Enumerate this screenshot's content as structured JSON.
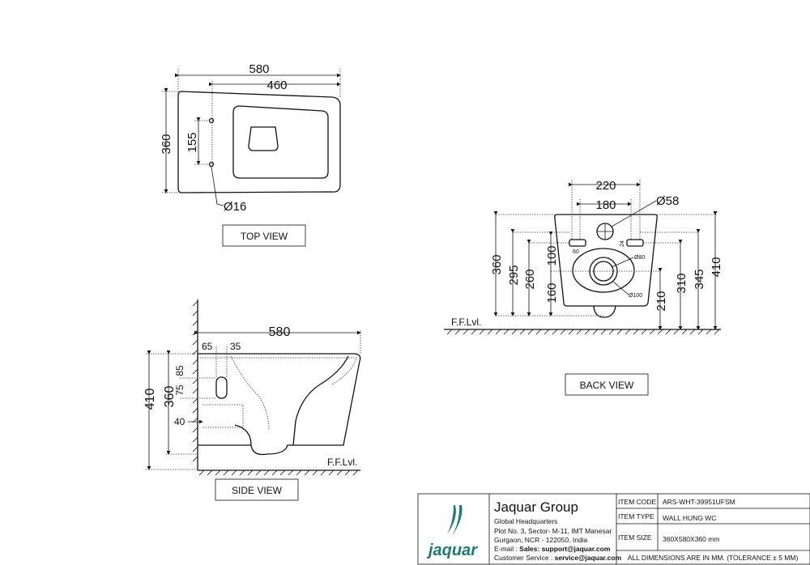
{
  "views": {
    "top": "TOP VIEW",
    "back": "BACK VIEW",
    "side": "SIDE VIEW"
  },
  "floor_label": "F.F.Lvl.",
  "top_dims": {
    "length": "580",
    "hole_span": "460",
    "width": "360",
    "hole_spacing": "155",
    "hole_dia": "Ø16"
  },
  "back_dims": {
    "w220": "220",
    "w180": "180",
    "dia58": "Ø58",
    "h360": "360",
    "h295": "295",
    "h260": "260",
    "h100": "100",
    "h160": "160",
    "h210": "210",
    "h310": "310",
    "h345": "345",
    "h410": "410",
    "s60": "60",
    "s24": "24",
    "dia80": "Ø80",
    "dia100": "Ø100"
  },
  "side_dims": {
    "length": "580",
    "d65": "65",
    "d35": "35",
    "h410": "410",
    "h360": "360",
    "d85": "85",
    "d75": "75",
    "d40": "40"
  },
  "title_block": {
    "company": "Jaquar Group",
    "logo_text": "jaquar",
    "hq": "Global Headquarters",
    "addr1": "Plot No. 3, Sector- M-11, IMT Manesar",
    "addr2": "Gurgaon, NCR - 122050, India",
    "email_label": "E-mail : ",
    "email": "Sales: support@jaquar.com",
    "cs_label": "Customer Service : ",
    "cs": "service@jaquar.com",
    "item_code_label": "ITEM CODE",
    "item_code": "ARS-WHT-39951UFSM",
    "item_type_label": "ITEM TYPE",
    "item_type": "WALL HUNG WC",
    "item_size_label": "ITEM SIZE",
    "item_size": "360X580X360 mm",
    "note": "ALL DIMENSIONS ARE IN MM. (TOLERANCE ± 5 MM)"
  },
  "colors": {
    "logo": "#1e7b74",
    "line": "#111111"
  }
}
